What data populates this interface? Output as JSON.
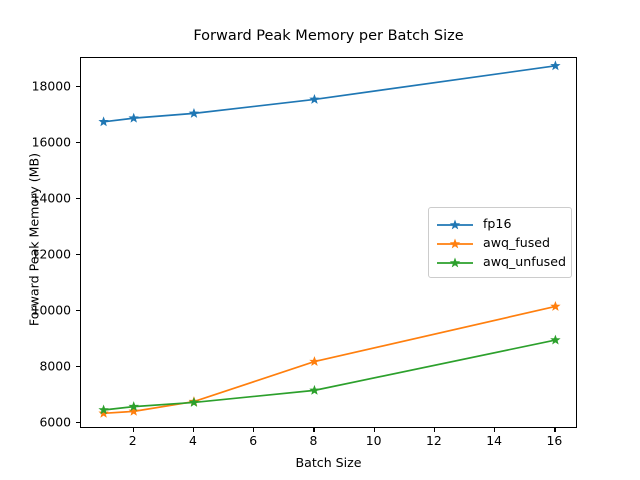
{
  "chart_data": {
    "type": "line",
    "title": "Forward Peak Memory per Batch Size",
    "xlabel": "Batch Size",
    "ylabel": "Forward Peak Memory (MB)",
    "x": [
      1,
      2,
      4,
      8,
      16
    ],
    "xlim": [
      0.25,
      16.75
    ],
    "ylim": [
      5770,
      19030
    ],
    "xticks": [
      2,
      4,
      6,
      8,
      10,
      12,
      14,
      16
    ],
    "xtick_labels": [
      "2",
      "4",
      "6",
      "8",
      "10",
      "12",
      "14",
      "16"
    ],
    "yticks": [
      6000,
      8000,
      10000,
      12000,
      14000,
      16000,
      18000
    ],
    "ytick_labels": [
      "6000",
      "8000",
      "10000",
      "12000",
      "14000",
      "16000",
      "18000"
    ],
    "grid": false,
    "legend_position": "center right",
    "marker": "star",
    "series": [
      {
        "name": "fp16",
        "color": "#1f77b4",
        "values": [
          16750,
          16880,
          17050,
          17550,
          18750
        ]
      },
      {
        "name": "awq_fused",
        "color": "#ff7f0e",
        "values": [
          6330,
          6400,
          6750,
          8180,
          10150
        ]
      },
      {
        "name": "awq_unfused",
        "color": "#2ca02c",
        "values": [
          6450,
          6570,
          6720,
          7150,
          8950
        ]
      }
    ]
  },
  "figure": {
    "background": "#ffffff",
    "axes_color": "#000000"
  }
}
